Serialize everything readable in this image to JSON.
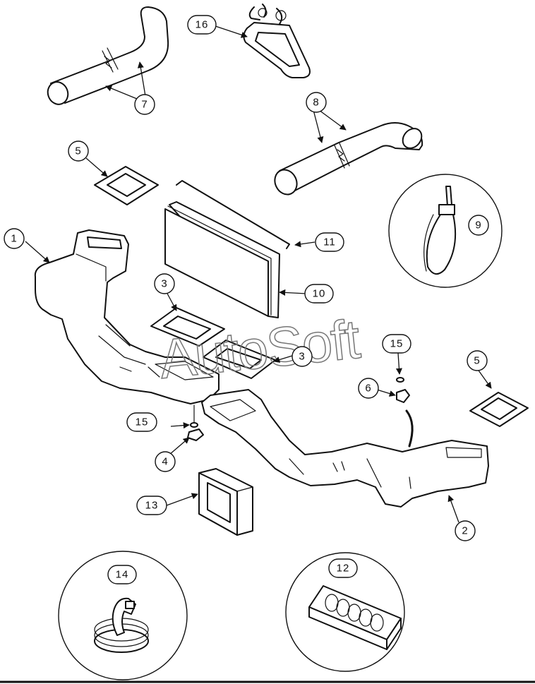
{
  "watermark": "AutoSoft",
  "callouts": {
    "c1": "1",
    "c2": "2",
    "c3a": "3",
    "c3b": "3",
    "c4": "4",
    "c5a": "5",
    "c5b": "5",
    "c6": "6",
    "c7": "7",
    "c8": "8",
    "c9": "9",
    "c10": "10",
    "c11": "11",
    "c12": "12",
    "c13": "13",
    "c14": "14",
    "c15a": "15",
    "c15b": "15",
    "c16": "16"
  }
}
